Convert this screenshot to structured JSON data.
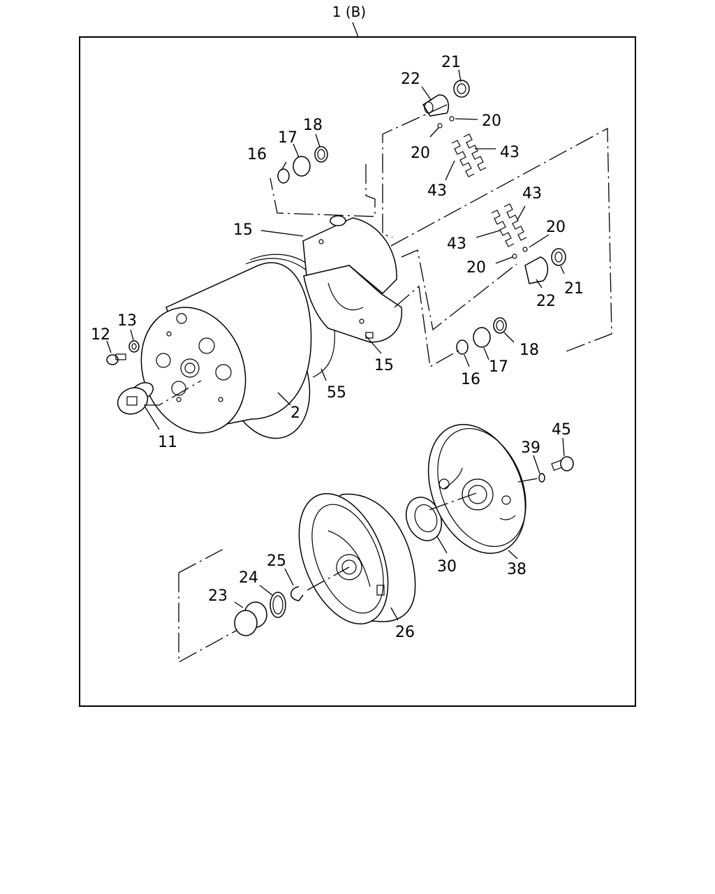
{
  "assembly_label": "1 (B)",
  "callouts": [
    {
      "key": "c11",
      "text": "11"
    },
    {
      "key": "c12",
      "text": "12"
    },
    {
      "key": "c13",
      "text": "13"
    },
    {
      "key": "c15a",
      "text": "15"
    },
    {
      "key": "c15b",
      "text": "15"
    },
    {
      "key": "c16a",
      "text": "16"
    },
    {
      "key": "c16b",
      "text": "16"
    },
    {
      "key": "c17a",
      "text": "17"
    },
    {
      "key": "c17b",
      "text": "17"
    },
    {
      "key": "c18a",
      "text": "18"
    },
    {
      "key": "c18b",
      "text": "18"
    },
    {
      "key": "c2",
      "text": "2"
    },
    {
      "key": "c20a",
      "text": "20"
    },
    {
      "key": "c20b",
      "text": "20"
    },
    {
      "key": "c20c",
      "text": "20"
    },
    {
      "key": "c20d",
      "text": "20"
    },
    {
      "key": "c21a",
      "text": "21"
    },
    {
      "key": "c21b",
      "text": "21"
    },
    {
      "key": "c22a",
      "text": "22"
    },
    {
      "key": "c22b",
      "text": "22"
    },
    {
      "key": "c23",
      "text": "23"
    },
    {
      "key": "c24",
      "text": "24"
    },
    {
      "key": "c25",
      "text": "25"
    },
    {
      "key": "c26",
      "text": "26"
    },
    {
      "key": "c30",
      "text": "30"
    },
    {
      "key": "c38",
      "text": "38"
    },
    {
      "key": "c39",
      "text": "39"
    },
    {
      "key": "c43a",
      "text": "43"
    },
    {
      "key": "c43b",
      "text": "43"
    },
    {
      "key": "c43c",
      "text": "43"
    },
    {
      "key": "c43d",
      "text": "43"
    },
    {
      "key": "c45",
      "text": "45"
    },
    {
      "key": "c55",
      "text": "55"
    }
  ]
}
